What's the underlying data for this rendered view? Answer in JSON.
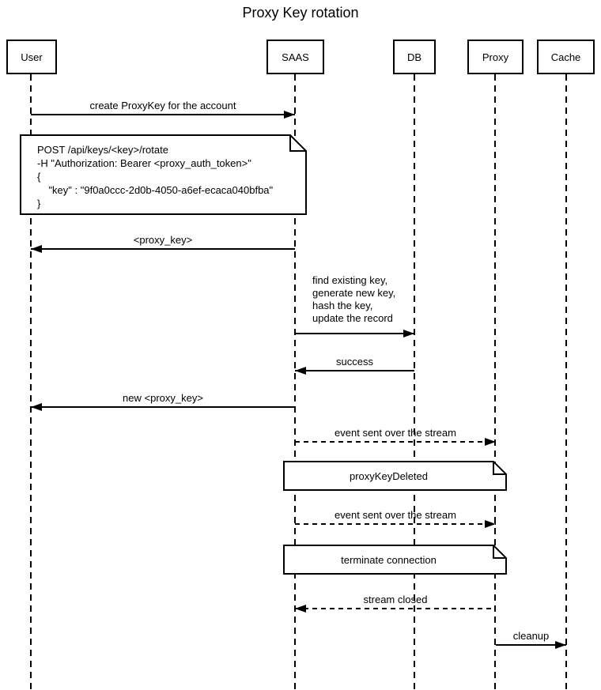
{
  "title": "Proxy Key rotation",
  "actors": [
    {
      "name": "User"
    },
    {
      "name": "SAAS"
    },
    {
      "name": "DB"
    },
    {
      "name": "Proxy"
    },
    {
      "name": "Cache"
    }
  ],
  "messages": [
    {
      "label": "create ProxyKey for the account",
      "from": "User",
      "to": "SAAS",
      "line": "solid"
    },
    {
      "label": "<proxy_key>",
      "from": "SAAS",
      "to": "User",
      "line": "solid"
    },
    {
      "label": "find existing key,\ngenerate new key,\nhash the key,\nupdate the record",
      "from": "SAAS",
      "to": "DB",
      "line": "solid"
    },
    {
      "label": "success",
      "from": "DB",
      "to": "SAAS",
      "line": "solid"
    },
    {
      "label": "new <proxy_key>",
      "from": "SAAS",
      "to": "User",
      "line": "solid"
    },
    {
      "label": "event sent over the stream",
      "from": "SAAS",
      "to": "Proxy",
      "line": "dashed"
    },
    {
      "label": "event sent over the stream",
      "from": "SAAS",
      "to": "Proxy",
      "line": "dashed"
    },
    {
      "label": "stream closed",
      "from": "Proxy",
      "to": "SAAS",
      "line": "dashed"
    },
    {
      "label": "cleanup",
      "from": "Proxy",
      "to": "Cache",
      "line": "solid"
    }
  ],
  "notes": [
    {
      "lines": [
        "POST /api/keys/<key>/rotate",
        "-H \"Authorization: Bearer <proxy_auth_token>\"",
        "{",
        "    \"key\" : \"9f0a0ccc-2d0b-4050-a6ef-ecaca040bfba\"",
        "}"
      ]
    },
    {
      "text": "proxyKeyDeleted"
    },
    {
      "text": "terminate connection"
    }
  ],
  "colors": {
    "line": "#000000",
    "text": "#000000",
    "background": "#ffffff",
    "note_fill": "#ffffff"
  }
}
